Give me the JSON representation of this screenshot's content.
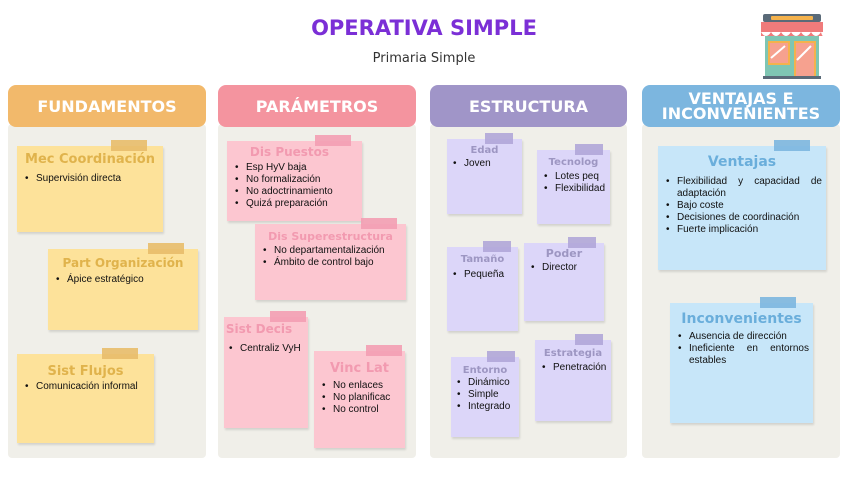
{
  "title": "OPERATIVA SIMPLE",
  "subtitle": "Primaria Simple",
  "icon": "storefront-icon",
  "colors": {
    "title": "#7b2fd6",
    "fundamentos": "#f2b96b",
    "parametros": "#f4949f",
    "estructura": "#a095c8",
    "ventajas": "#7cb6df"
  },
  "columns": {
    "fundamentos": {
      "header": "FUNDAMENTOS",
      "notes": [
        {
          "title": "Mec Coordinación",
          "items": [
            "Supervisión directa"
          ]
        },
        {
          "title": "Part Organización",
          "items": [
            "Ápice estratégico"
          ]
        },
        {
          "title": "Sist Flujos",
          "items": [
            "Comunicación informal"
          ]
        }
      ]
    },
    "parametros": {
      "header": "PARÁMETROS",
      "notes": [
        {
          "title": "Dis Puestos",
          "items": [
            "Esp HyV baja",
            "No formalización",
            "No adoctrinamiento",
            "Quizá preparación"
          ]
        },
        {
          "title": "Dis Superestructura",
          "items": [
            "No departamentalización",
            "Ámbito de control bajo"
          ]
        },
        {
          "title": "Sist Decis",
          "items": [
            "Centraliz VyH"
          ]
        },
        {
          "title": "Vinc Lat",
          "items": [
            "No enlaces",
            "No planificac",
            "No control"
          ]
        }
      ]
    },
    "estructura": {
      "header": "ESTRUCTURA",
      "notes": [
        {
          "title": "Edad",
          "items": [
            "Joven"
          ]
        },
        {
          "title": "Tecnolog",
          "items": [
            "Lotes peq",
            "Flexibilidad"
          ]
        },
        {
          "title": "Tamaño",
          "items": [
            "Pequeña"
          ]
        },
        {
          "title": "Poder",
          "items": [
            "Director"
          ]
        },
        {
          "title": "Entorno",
          "items": [
            "Dinámico",
            "Simple",
            "Integrado"
          ]
        },
        {
          "title": "Estrategia",
          "items": [
            "Penetración"
          ]
        }
      ]
    },
    "ventajas": {
      "header_line1": "VENTAJAS E",
      "header_line2": "INCONVENIENTES",
      "notes": [
        {
          "title": "Ventajas",
          "items": [
            "Flexibilidad y capacidad de adaptación",
            "Bajo coste",
            "Decisiones de coordinación",
            "Fuerte implicación"
          ]
        },
        {
          "title": "Inconvenientes",
          "items": [
            "Ausencia de dirección",
            "Ineficiente en entornos estables"
          ]
        }
      ]
    }
  }
}
